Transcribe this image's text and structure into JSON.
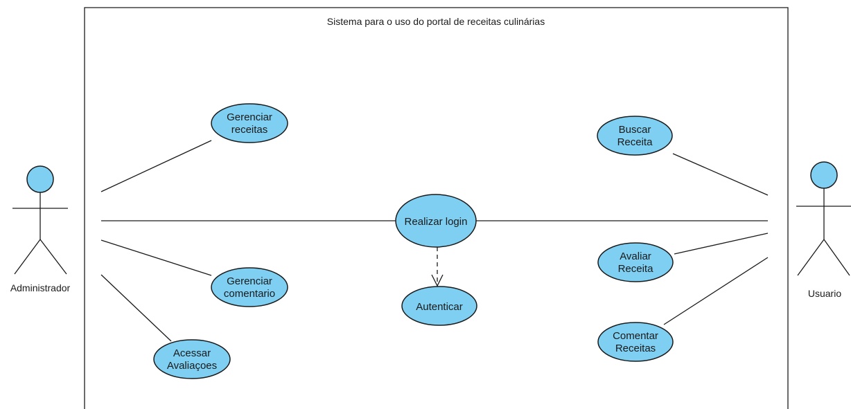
{
  "system": {
    "title": "Sistema para o uso do portal de receitas culinárias"
  },
  "actors": {
    "admin": {
      "label": "Administrador"
    },
    "user": {
      "label": "Usuario"
    }
  },
  "use_cases": {
    "gerenciar_receitas": {
      "line1": "Gerenciar",
      "line2": "receitas"
    },
    "gerenciar_comentario": {
      "line1": "Gerenciar",
      "line2": "comentario"
    },
    "acessar_avaliacoes": {
      "line1": "Acessar",
      "line2": "Avaliaçoes"
    },
    "realizar_login": {
      "line1": "Realizar login"
    },
    "autenticar": {
      "line1": "Autenticar"
    },
    "buscar_receita": {
      "line1": "Buscar",
      "line2": "Receita"
    },
    "avaliar_receita": {
      "line1": "Avaliar",
      "line2": "Receita"
    },
    "comentar_receitas": {
      "line1": "Comentar",
      "line2": "Receitas"
    }
  },
  "colors": {
    "use_case_fill": "#7ecff2",
    "stroke": "#1a1a1a",
    "background": "#ffffff"
  }
}
